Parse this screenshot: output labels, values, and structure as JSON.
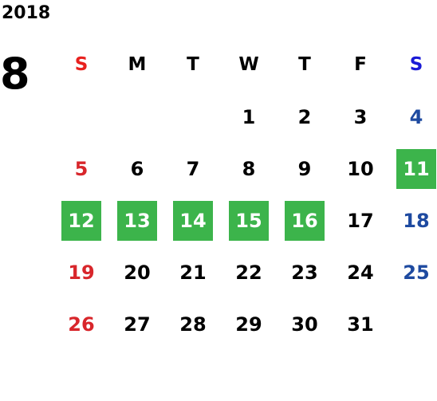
{
  "year": "2018",
  "month": "8",
  "colors": {
    "sunday_header": "#e8211e",
    "saturday_header": "#1a1ad6",
    "sunday": "#d8262b",
    "saturday": "#1e4aa0",
    "weekday": "#000000",
    "highlight_bg": "#3cb44b",
    "highlight_text": "#ffffff"
  },
  "weekdays": [
    "S",
    "M",
    "T",
    "W",
    "T",
    "F",
    "S"
  ],
  "weeks": [
    [
      "",
      "",
      "",
      "1",
      "2",
      "3",
      "4"
    ],
    [
      "5",
      "6",
      "7",
      "8",
      "9",
      "10",
      "11"
    ],
    [
      "12",
      "13",
      "14",
      "15",
      "16",
      "17",
      "18"
    ],
    [
      "19",
      "20",
      "21",
      "22",
      "23",
      "24",
      "25"
    ],
    [
      "26",
      "27",
      "28",
      "29",
      "30",
      "31",
      ""
    ]
  ],
  "highlighted_days": [
    "11",
    "12",
    "13",
    "14",
    "15",
    "16"
  ]
}
